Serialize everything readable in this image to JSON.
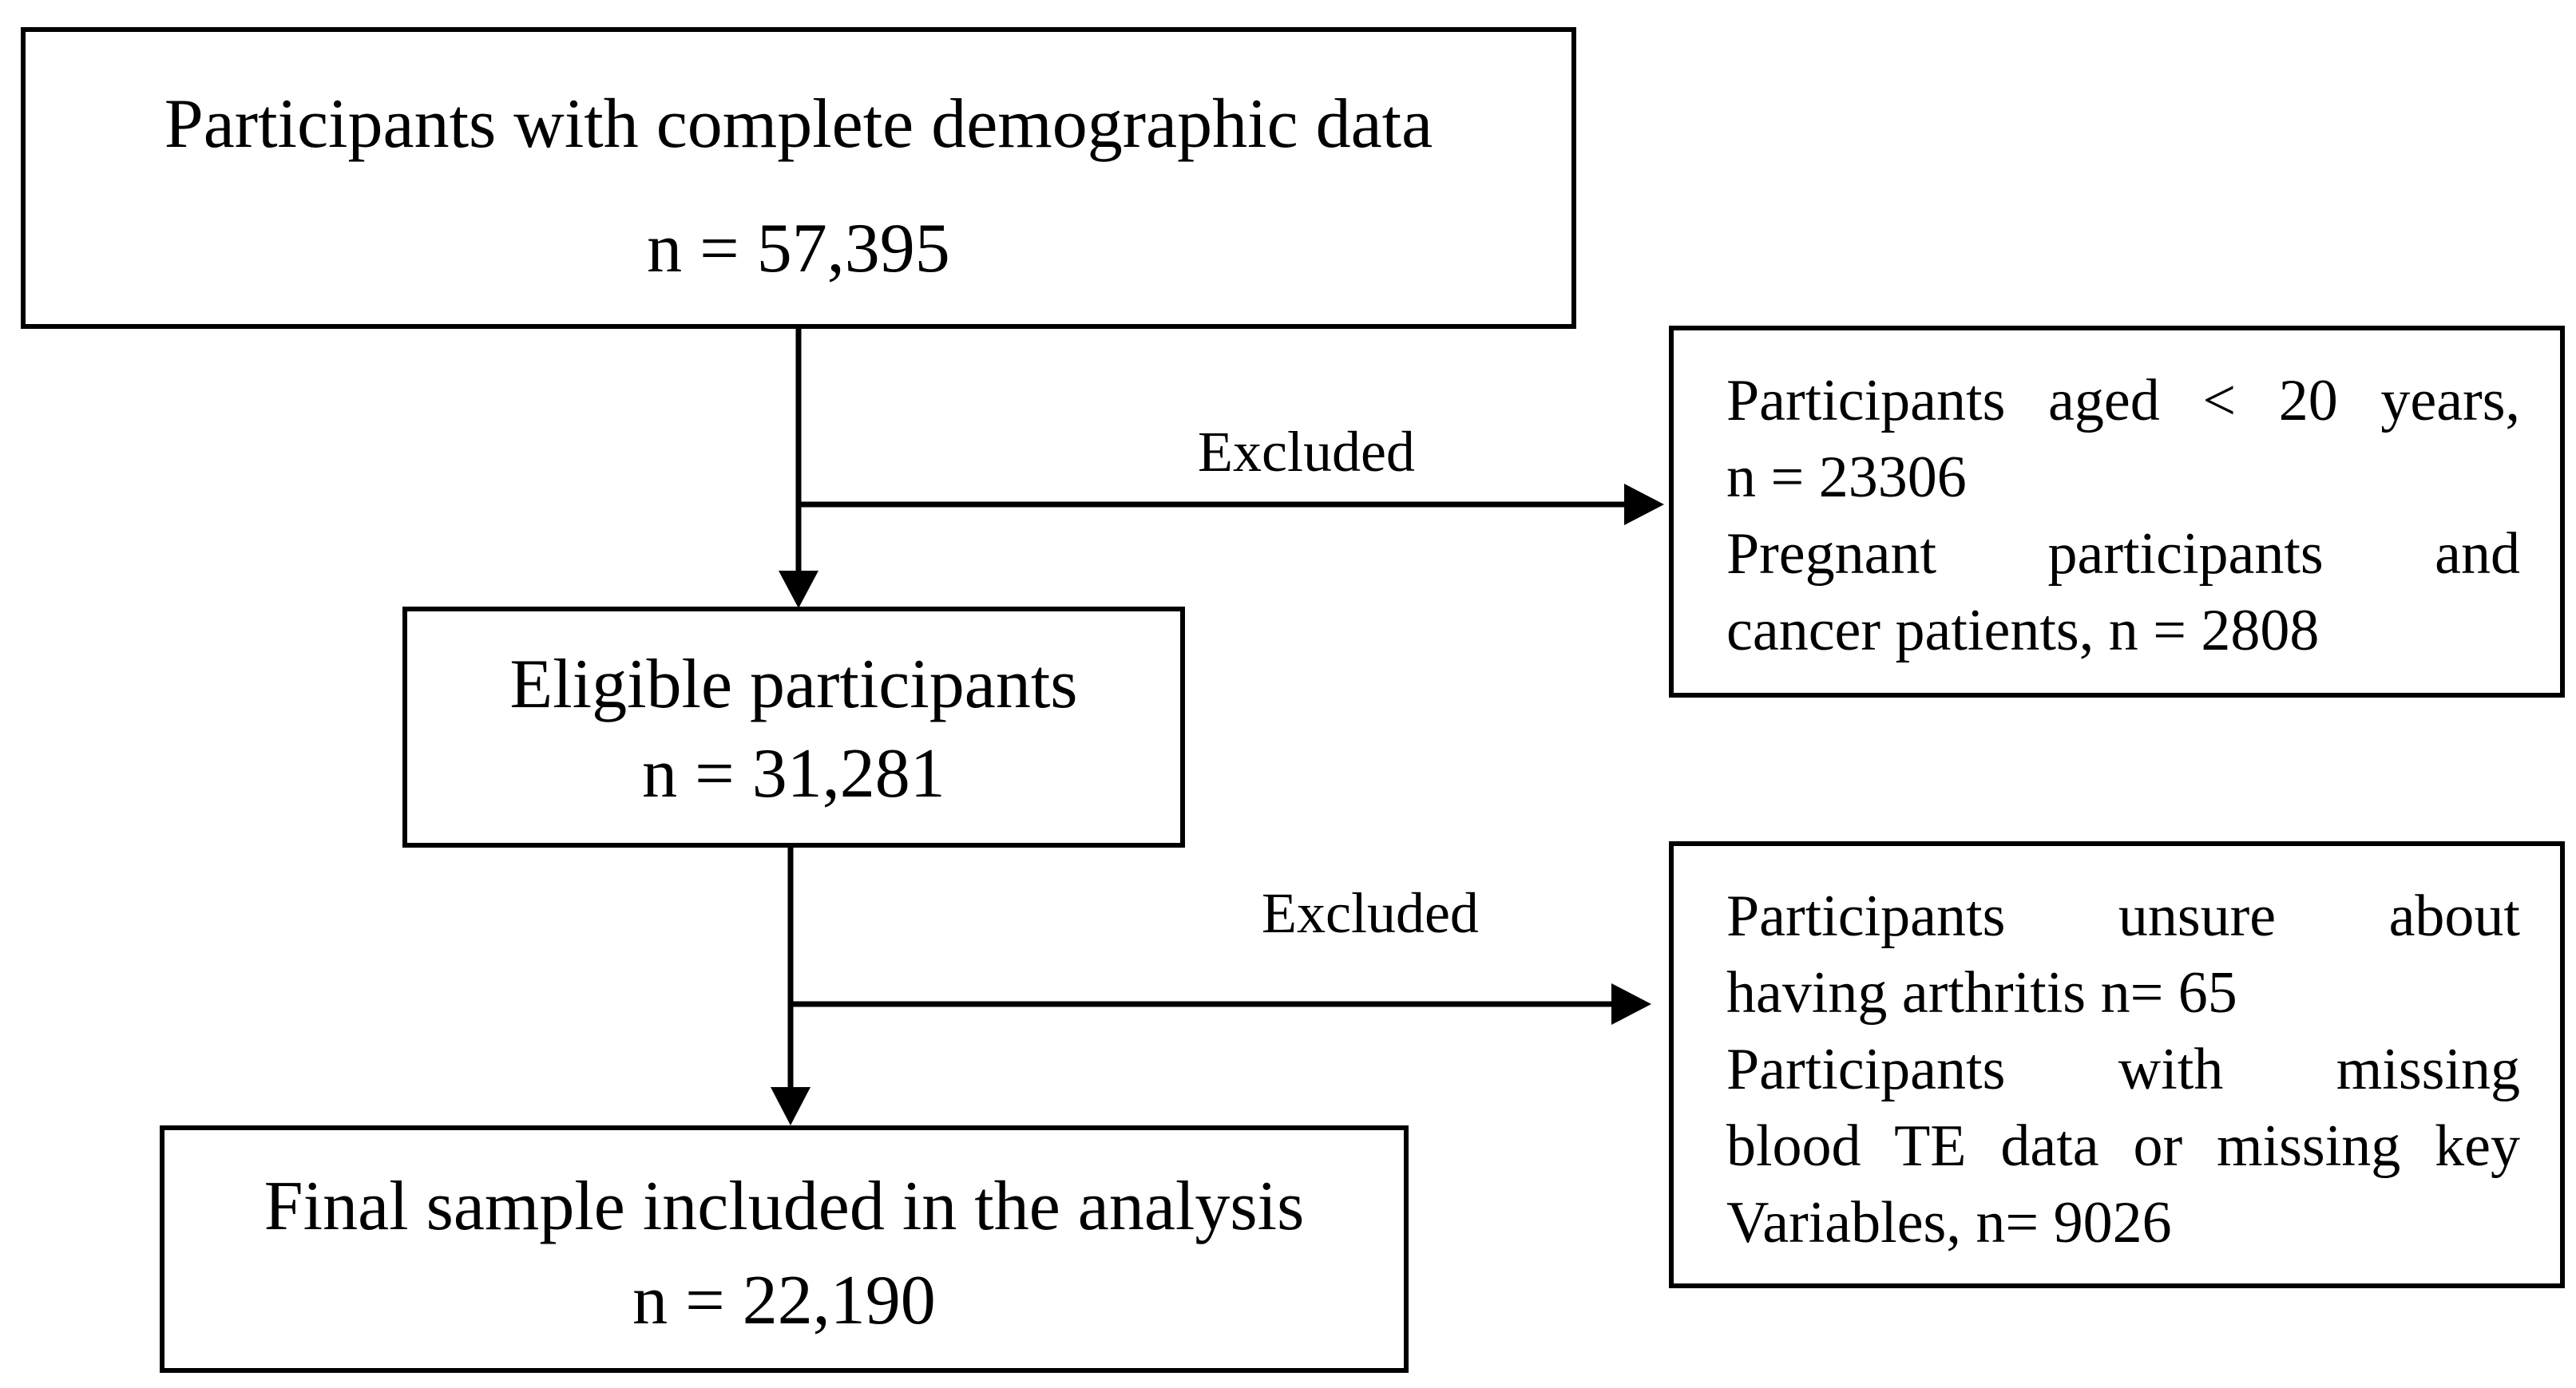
{
  "boxes": {
    "start": {
      "title": "Participants with complete demographic data",
      "count": "n = 57,395"
    },
    "eligible": {
      "title": "Eligible participants",
      "count": "n = 31,281"
    },
    "final": {
      "title": "Final sample included in the analysis",
      "count": "n = 22,190"
    }
  },
  "exclusions": {
    "first": {
      "label": "Excluded",
      "lines": [
        "Participants aged < 20 years,",
        "n = 23306",
        "Pregnant participants and",
        "cancer patients, n = 2808"
      ]
    },
    "second": {
      "label": "Excluded",
      "lines": [
        "Participants unsure about",
        "having arthritis n= 65",
        "Participants with missing",
        "blood TE data or missing key",
        "Variables, n= 9026"
      ]
    }
  }
}
